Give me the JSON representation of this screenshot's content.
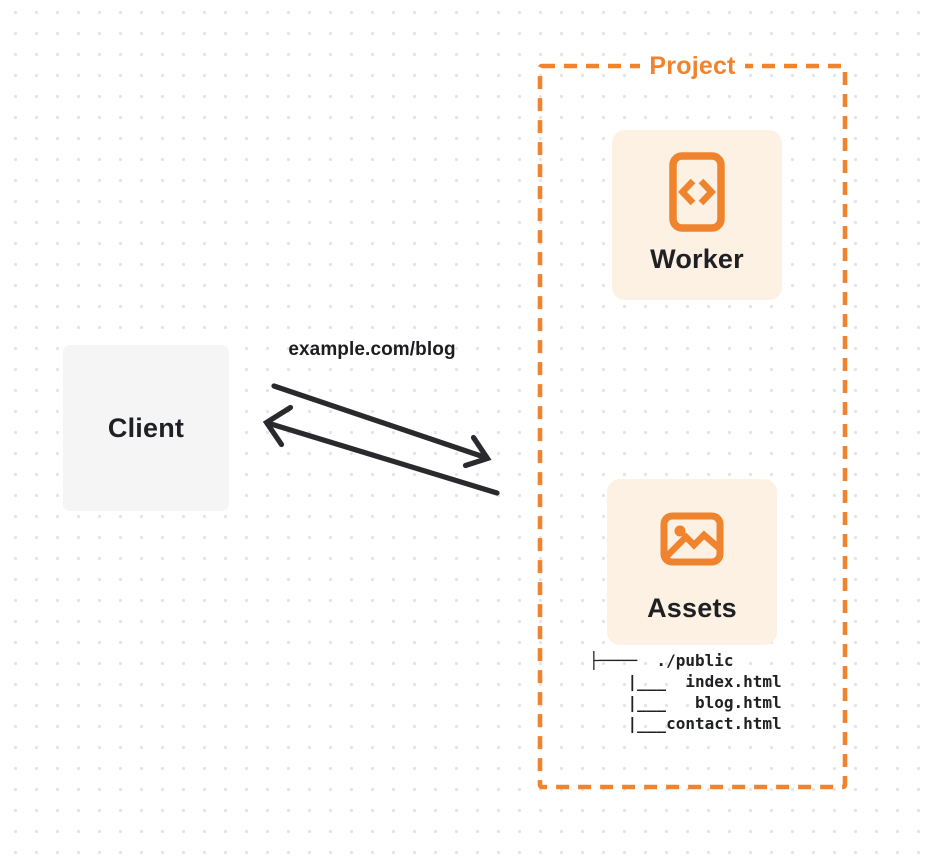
{
  "colors": {
    "accent_orange": "#f0832d",
    "card_background": "#fcf1e3",
    "client_background": "#f5f5f6",
    "arrow": "#2a2a2e",
    "text_dark": "#1f2023",
    "dot_grid": "#e4e4e8",
    "page_bg": "#ffffff"
  },
  "client": {
    "label": "Client"
  },
  "request": {
    "url_label": "example.com/blog"
  },
  "project": {
    "label": "Project",
    "worker": {
      "label": "Worker",
      "icon": "code-file-icon"
    },
    "assets": {
      "label": "Assets",
      "icon": "image-icon",
      "file_tree": [
        "├────  ./public",
        "    |___  index.html",
        "    |___   blog.html",
        "    |___contact.html"
      ]
    }
  }
}
